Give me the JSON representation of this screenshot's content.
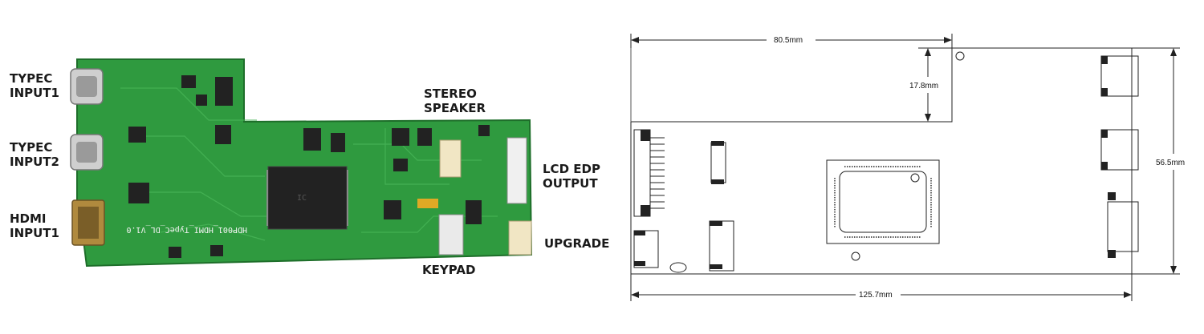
{
  "labels": {
    "typec_input1": [
      "TYPEC",
      "INPUT1"
    ],
    "typec_input2": [
      "TYPEC",
      "INPUT2"
    ],
    "hdmi_input1": [
      "HDMI",
      "INPUT1"
    ],
    "stereo_speaker": [
      "STEREO",
      "SPEAKER"
    ],
    "lcd_edp_output": [
      "LCD EDP",
      "OUTPUT"
    ],
    "upgrade": "UPGRADE",
    "keypad": "KEYPAD"
  },
  "board": {
    "silkscreen": "HDP001_HDMI_TypeC_DL_V1.0"
  },
  "dimensions": {
    "top_width": "80.5mm",
    "notch_height": "17.8mm",
    "total_height": "56.5mm",
    "total_width": "125.7mm"
  },
  "colors": {
    "pcb": "#2f9a3f",
    "pcb_dark": "#1f7a2d",
    "trace": "#47b356",
    "line": "#222222"
  }
}
